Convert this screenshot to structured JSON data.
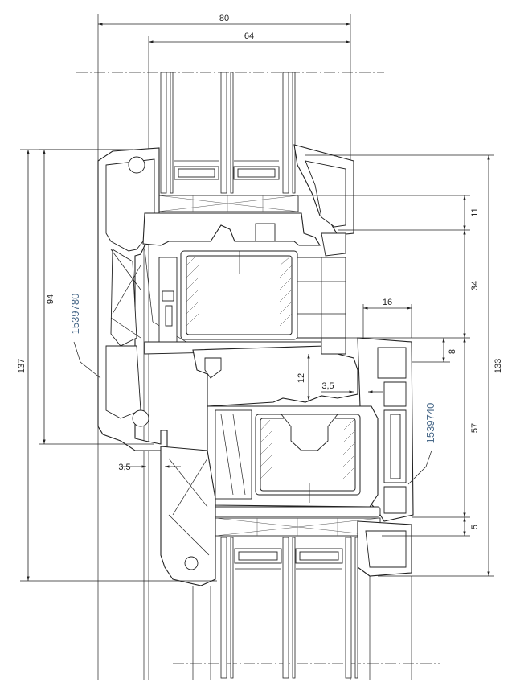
{
  "drawing": {
    "profile_codes": {
      "frame": "1539780",
      "sash": "1539740"
    },
    "dimensions": {
      "overall_width": "80",
      "inner_width": "64",
      "frame_height": "137",
      "frame_inner": "94",
      "sash_height": "133",
      "glazing_depth_top": "11",
      "steel_height": "34",
      "sash_offset": "16",
      "overlap": "8",
      "gap": "12",
      "gap_left": "3,5",
      "gap_bottom_left": "3,5",
      "sash_lower": "57",
      "glazing_depth_bottom": "5"
    }
  }
}
